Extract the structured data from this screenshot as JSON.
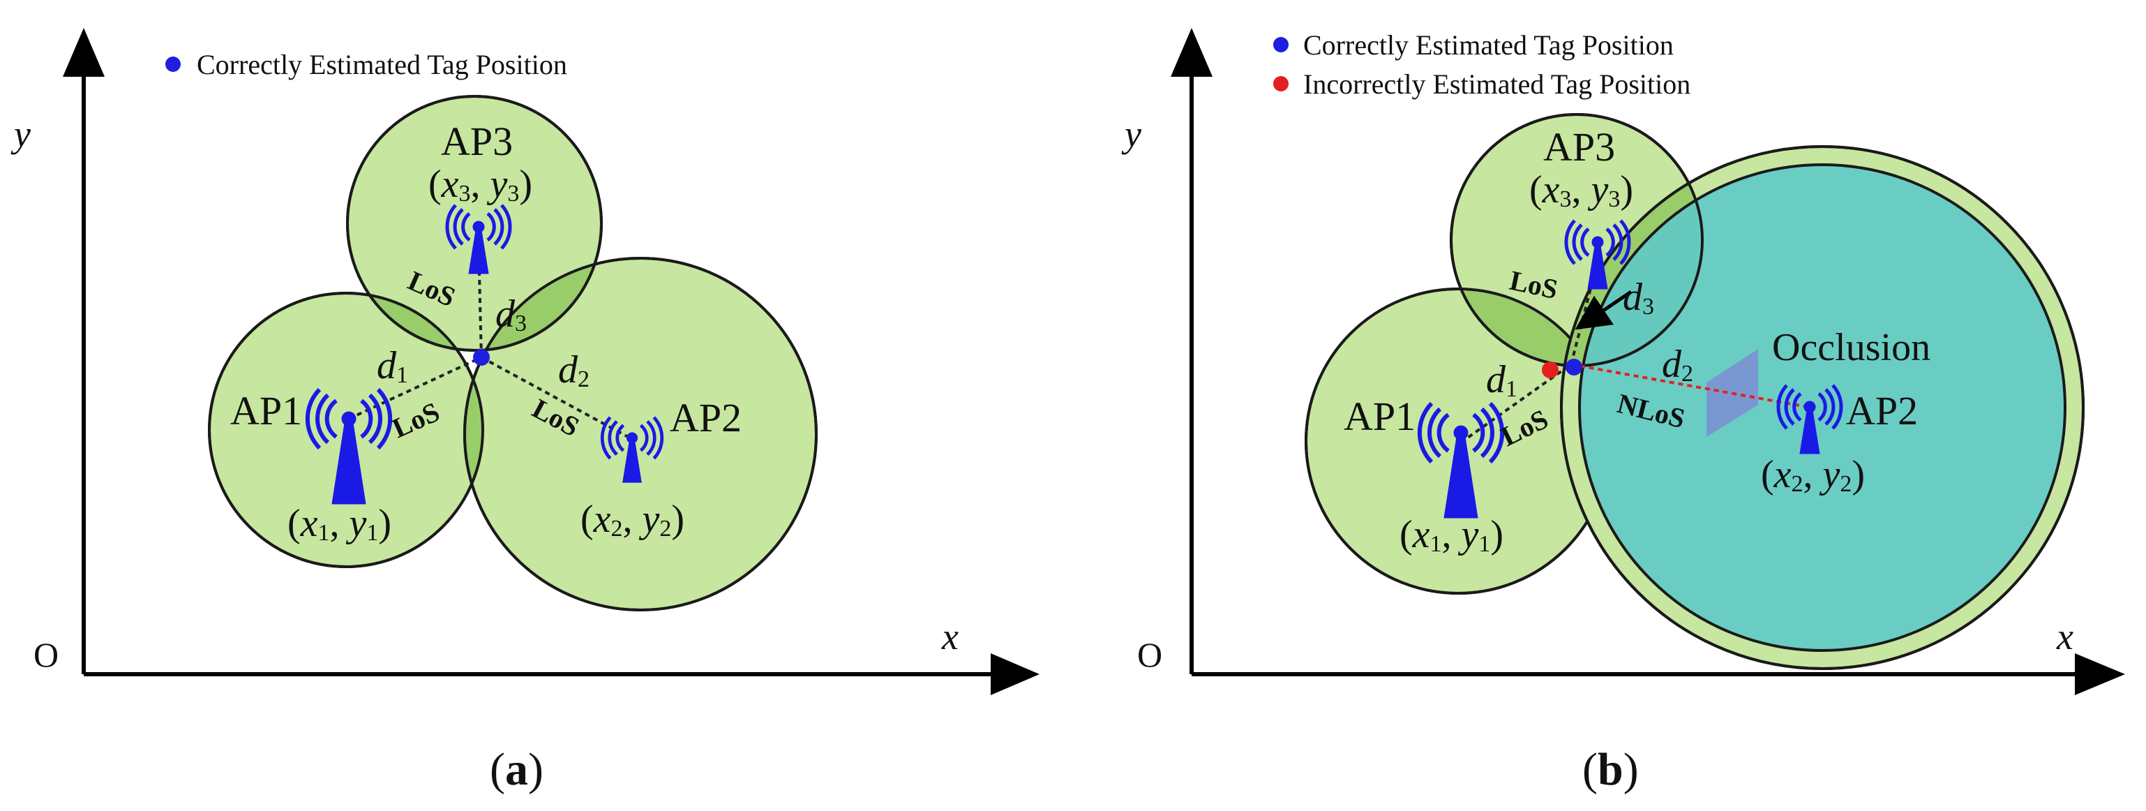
{
  "colors": {
    "circle_fill": "#c7e6a0",
    "overlap_fill": "#99cd6a",
    "nlos_fill": "#5fcac6",
    "antenna": "#1a1ae6",
    "correct_dot": "#1f1fe0",
    "incorrect_dot": "#e32020",
    "nlos_line": "#e32020"
  },
  "panel_a": {
    "legend": {
      "correct": "Correctly Estimated Tag Position"
    },
    "axis": {
      "x": "x",
      "y": "y",
      "origin": "O"
    },
    "ap1": {
      "name": "AP1",
      "x": "x",
      "xs": "1",
      "y": "y",
      "ys": "1"
    },
    "ap2": {
      "name": "AP2",
      "x": "x",
      "xs": "2",
      "y": "y",
      "ys": "2"
    },
    "ap3": {
      "name": "AP3",
      "x": "x",
      "xs": "3",
      "y": "y",
      "ys": "3"
    },
    "d1": {
      "d": "d",
      "s": "1"
    },
    "d2": {
      "d": "d",
      "s": "2"
    },
    "d3": {
      "d": "d",
      "s": "3"
    },
    "los": "LoS",
    "caption": {
      "open": "(",
      "letter": "a",
      "close": ")"
    }
  },
  "panel_b": {
    "legend": {
      "correct": "Correctly Estimated Tag Position",
      "incorrect": "Incorrectly Estimated Tag Position"
    },
    "axis": {
      "x": "x",
      "y": "y",
      "origin": "O"
    },
    "ap1": {
      "name": "AP1",
      "x": "x",
      "xs": "1",
      "y": "y",
      "ys": "1"
    },
    "ap2": {
      "name": "AP2",
      "x": "x",
      "xs": "2",
      "y": "y",
      "ys": "2"
    },
    "ap3": {
      "name": "AP3",
      "x": "x",
      "xs": "3",
      "y": "y",
      "ys": "3"
    },
    "d1": {
      "d": "d",
      "s": "1"
    },
    "d2": {
      "d": "d",
      "s": "2"
    },
    "d3": {
      "d": "d",
      "s": "3"
    },
    "los": "LoS",
    "nlos": "NLoS",
    "occlusion": "Occlusion",
    "caption": {
      "open": "(",
      "letter": "b",
      "close": ")"
    }
  }
}
